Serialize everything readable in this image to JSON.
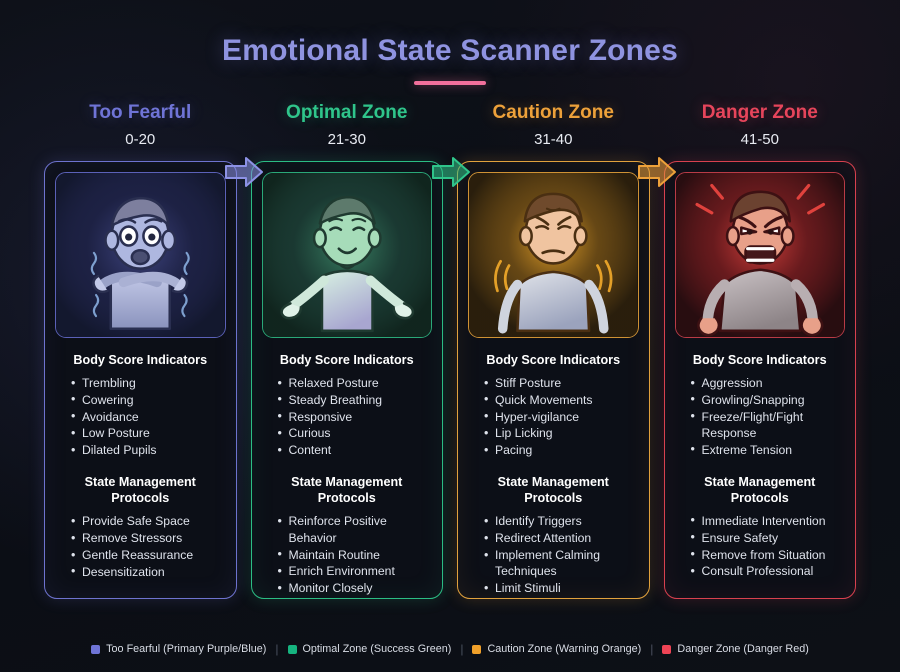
{
  "header": {
    "title": "Emotional State Scanner Zones"
  },
  "accent_rule_color": "#f2709c",
  "zones": [
    {
      "name": "Too Fearful",
      "range": "0-20",
      "color": "#6f74d6",
      "border": "#6e73cf",
      "panel_border": "#5b61b8",
      "arrow_color": "#8d92e6",
      "icon": "fearful-person-icon",
      "sections": [
        {
          "heading": "Body Score Indicators",
          "items": [
            "Trembling",
            "Cowering",
            "Avoidance",
            "Low Posture",
            "Dilated Pupils"
          ]
        },
        {
          "heading": "State Management Protocols",
          "items": [
            "Provide Safe Space",
            "Remove Stressors",
            "Gentle Reassurance",
            "Desensitization"
          ]
        }
      ]
    },
    {
      "name": "Optimal Zone",
      "range": "21-30",
      "color": "#2fc58b",
      "border": "#2bbd84",
      "panel_border": "#2aa878",
      "arrow_color": "#2fc58b",
      "icon": "calm-person-icon",
      "sections": [
        {
          "heading": "Body Score Indicators",
          "items": [
            "Relaxed Posture",
            "Steady Breathing",
            "Responsive",
            "Curious",
            "Content"
          ]
        },
        {
          "heading": "State Management Protocols",
          "items": [
            "Reinforce Positive Behavior",
            "Maintain Routine",
            "Enrich Environment",
            "Monitor Closely"
          ]
        }
      ]
    },
    {
      "name": "Caution Zone",
      "range": "31-40",
      "color": "#eda13a",
      "border": "#e1a23d",
      "panel_border": "#cf9234",
      "arrow_color": "#eda13a",
      "icon": "stern-person-icon",
      "sections": [
        {
          "heading": "Body Score Indicators",
          "items": [
            "Stiff Posture",
            "Quick Movements",
            "Hyper-vigilance",
            "Lip Licking",
            "Pacing"
          ]
        },
        {
          "heading": "State Management Protocols",
          "items": [
            "Identify Triggers",
            "Redirect Attention",
            "Implement Calming Techniques",
            "Limit Stimuli"
          ]
        }
      ]
    },
    {
      "name": "Danger Zone",
      "range": "41-50",
      "color": "#e6455b",
      "border": "#d8414f",
      "panel_border": "#b93b46",
      "arrow_color": "#e6455b",
      "icon": "angry-person-icon",
      "sections": [
        {
          "heading": "Body Score Indicators",
          "items": [
            "Aggression",
            "Growling/Snapping",
            "Freeze/Flight/Fight Response",
            "Extreme Tension"
          ]
        },
        {
          "heading": "State Management Protocols",
          "items": [
            "Immediate Intervention",
            "Ensure Safety",
            "Remove from Situation",
            "Consult Professional"
          ]
        }
      ]
    }
  ],
  "legend": {
    "separator": "|",
    "items": [
      {
        "label": "Too Fearful (Primary Purple/Blue)",
        "color": "#6f74d6"
      },
      {
        "label": "Optimal Zone (Success Green)",
        "color": "#16b47f"
      },
      {
        "label": "Caution Zone (Warning Orange)",
        "color": "#f0a02a"
      },
      {
        "label": "Danger Zone (Danger Red)",
        "color": "#ee4455"
      }
    ]
  }
}
